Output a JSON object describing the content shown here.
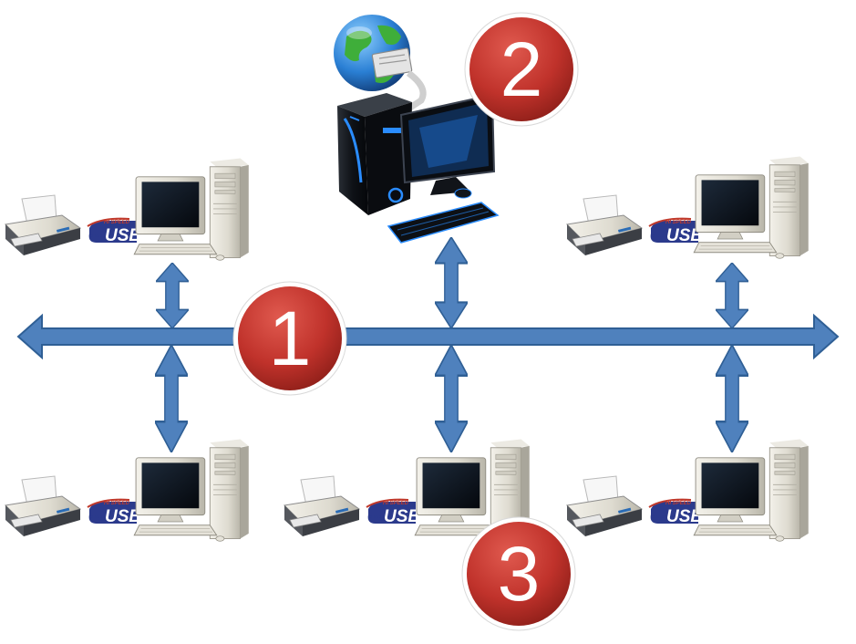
{
  "diagram": {
    "badges": [
      {
        "id": "bus",
        "label": "1"
      },
      {
        "id": "server",
        "label": "2"
      },
      {
        "id": "workstation",
        "label": "3"
      }
    ],
    "usb_logo": {
      "top": "HI SPEED",
      "side": "CERTIFIED",
      "main": "USB"
    },
    "colors": {
      "arrow_fill": "#4f81bd",
      "arrow_stroke": "#2f5f95",
      "badge_fill": "#c0322b",
      "badge_ring": "#ffffff"
    },
    "icons": {
      "server": "gaming-pc-with-globe-icon",
      "workstation": "desktop-computer-icon",
      "printer": "printer-icon",
      "usb": "usb-certified-logo"
    }
  }
}
